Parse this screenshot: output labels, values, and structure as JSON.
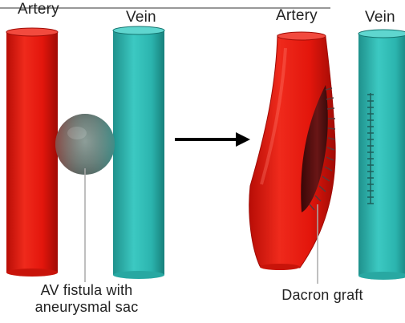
{
  "labels": {
    "left_artery": "Artery",
    "left_vein": "Vein",
    "right_artery": "Artery",
    "right_vein": "Vein",
    "caption_left_line1": "AV fistula with",
    "caption_left_line2": "aneurysmal sac",
    "caption_right": "Dacron graft"
  },
  "colors": {
    "artery": "#e3160c",
    "artery_dark": "#9d0b05",
    "vein": "#2bb4ae",
    "vein_dark": "#157570",
    "sac": "#6f8a84",
    "graft": "#4a1010",
    "arrow": "#000000",
    "leader": "#aaaaaa"
  },
  "icons": {
    "arrow": "right-arrow-icon"
  }
}
